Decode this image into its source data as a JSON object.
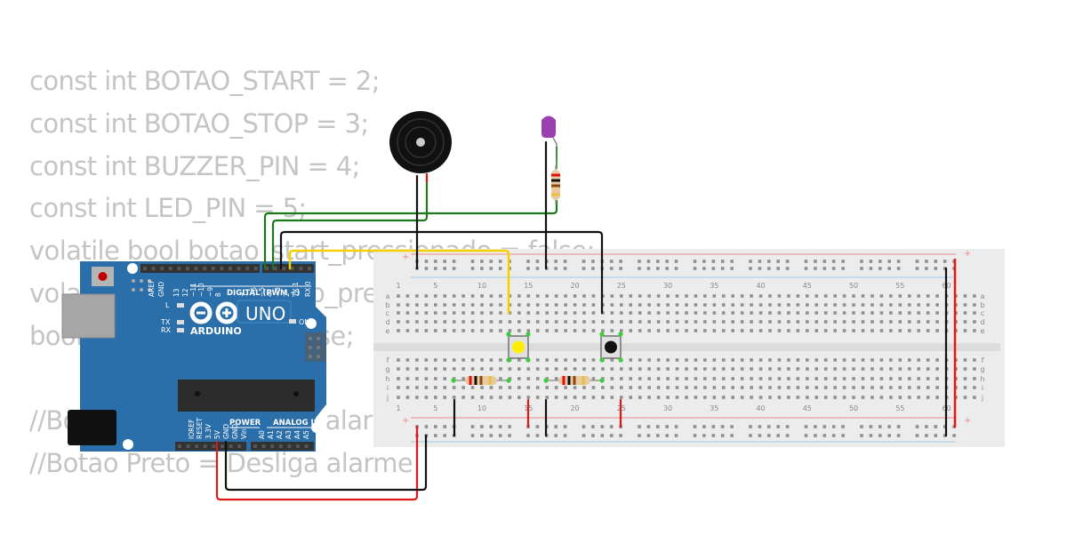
{
  "code_lines": [
    "const int BOTAO_START = 2;",
    "const int BOTAO_STOP = 3;",
    "const int BUZZER_PIN = 4;",
    "const int LED_PIN = 5;",
    "volatile bool botao_start_pressionado = false;",
    "volatile bool botao_stop_pressionado = false;",
    "bool alarme_ativo = false;",
    "",
    "//Botao Amarelo = Liga alarme",
    "//Botao Preto = Desliga alarme"
  ],
  "arduino": {
    "brand": "ARDUINO",
    "model": "UNO",
    "digital_header": "DIGITAL (PWM ~)",
    "digital_pins": [
      "AREF",
      "GND",
      "13",
      "12",
      "~11",
      "~10",
      "~9",
      "8",
      "7",
      "~6",
      "~5",
      "4",
      "~3",
      "2",
      "TX 1",
      "RX 0"
    ],
    "power_header": "POWER",
    "power_pins": [
      "IOREF",
      "RESET",
      "3.3V",
      "5V",
      "GND",
      "GND",
      "Vin"
    ],
    "analog_header": "ANALOG IN",
    "analog_pins": [
      "A0",
      "A1",
      "A2",
      "A3",
      "A4",
      "A5"
    ],
    "led_labels": {
      "l": "L",
      "tx": "TX",
      "rx": "RX",
      "on": "ON"
    }
  },
  "breadboard": {
    "column_numbers": [
      "1",
      "5",
      "10",
      "15",
      "20",
      "25",
      "30",
      "35",
      "40",
      "45",
      "50",
      "55",
      "60"
    ],
    "rows_top": [
      "a",
      "b",
      "c",
      "d",
      "e"
    ],
    "rows_bottom": [
      "f",
      "g",
      "h",
      "i",
      "j"
    ],
    "rail_plus": "+",
    "rail_minus": "-"
  },
  "components": {
    "buzzer": "piezo-buzzer",
    "led": {
      "color": "#9b3fb0"
    },
    "button_start": {
      "color": "#ffee00"
    },
    "button_stop": {
      "color": "#111111"
    },
    "resistor_bands": [
      "#e01010",
      "#111111",
      "#8b4513",
      "#e8c040"
    ]
  },
  "colors": {
    "board_blue": "#2a6eaa",
    "wire_green": "#1a7a1a",
    "wire_black": "#111111",
    "wire_red": "#e01818",
    "wire_yellow": "#f5d000",
    "code_text": "#c4c4c4"
  }
}
